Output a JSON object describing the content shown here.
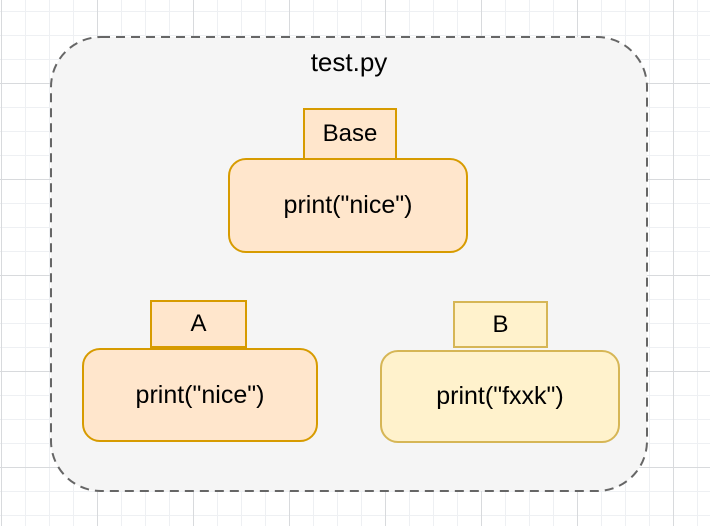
{
  "diagram": {
    "file_title": "test.py",
    "container": {
      "shape": "dashed-rounded-rect",
      "fill": "#f5f5f5",
      "stroke": "#666666"
    },
    "canvas": {
      "background": "#ffffff",
      "grid_minor_color": "#eef0f3",
      "grid_major_color": "#d8dadd"
    }
  },
  "nodes": [
    {
      "label": "Base",
      "body_text": "print(\"nice\")",
      "fill": "#ffe6cc",
      "stroke": "#d79b00"
    },
    {
      "label": "A",
      "body_text": "print(\"nice\")",
      "fill": "#ffe6cc",
      "stroke": "#d79b00"
    },
    {
      "label": "B",
      "body_text": "print(\"fxxk\")",
      "fill": "#fff2cc",
      "stroke": "#d6b656"
    }
  ]
}
